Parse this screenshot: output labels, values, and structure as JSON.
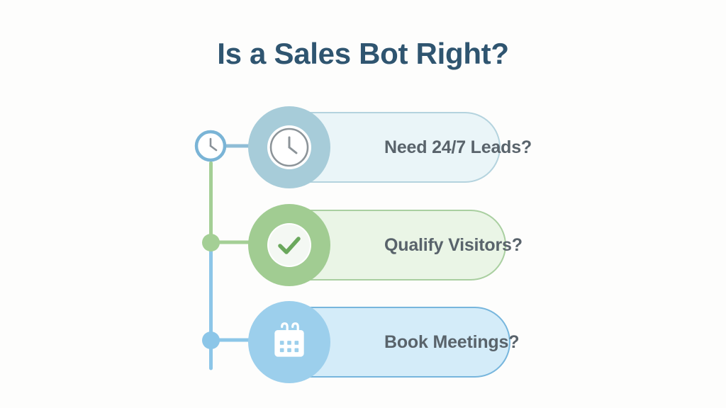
{
  "page": {
    "title": "Is a Sales Bot Right?",
    "background_color": "#fdfdfc",
    "title_color": "#2f5570"
  },
  "flow": {
    "steps": [
      {
        "label": "Need 24/7 Leads?",
        "icon": "clock-icon",
        "card_fill": "#eaf5f8",
        "card_border": "#b4d3de",
        "icon_circle_color": "#a7ccd9",
        "node_type": "clock-outline",
        "node_color": "#7ab4d6"
      },
      {
        "label": "Qualify Visitors?",
        "icon": "check-circle-icon",
        "card_fill": "#eaf5e6",
        "card_border": "#a9cfa0",
        "icon_circle_color": "#a1cc92",
        "node_type": "dot",
        "node_color": "#a4cf95"
      },
      {
        "label": "Book Meetings?",
        "icon": "calendar-icon",
        "card_fill": "#d4ecf9",
        "card_border": "#77b6dd",
        "icon_circle_color": "#9ccfec",
        "node_type": "dot",
        "node_color": "#8cc6e8"
      }
    ],
    "connector": {
      "segment_1_color": "#a4cf95",
      "segment_2_color": "#8cc6e8",
      "branch_1_color": "#8fbdd6",
      "branch_2_color": "#a4cf95",
      "branch_3_color": "#8cc6e8"
    },
    "label_color": "#59636b"
  }
}
